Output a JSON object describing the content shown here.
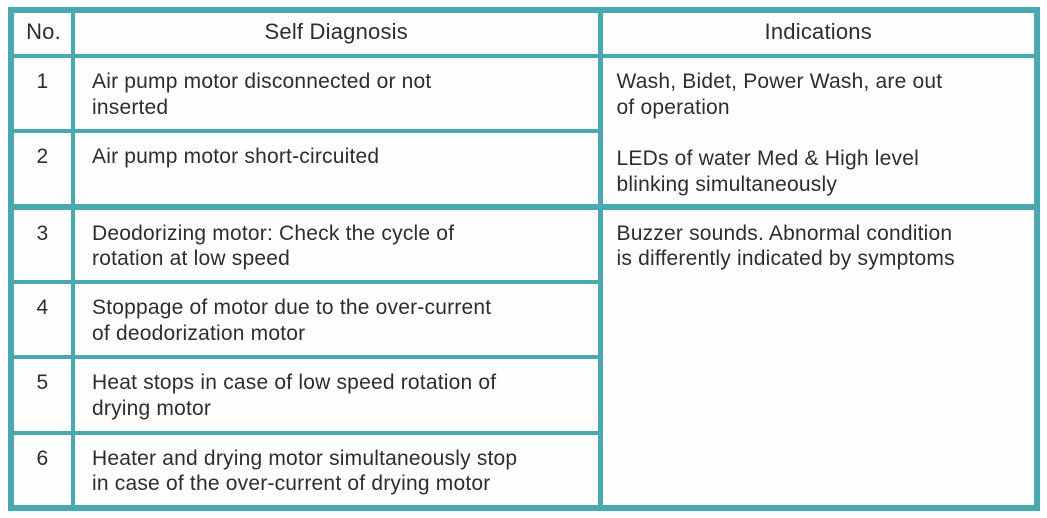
{
  "table": {
    "border_color": "#4aa8b1",
    "text_color": "#2d2d2d",
    "headers": {
      "no": "No.",
      "self_diagnosis": "Self Diagnosis",
      "indications": "Indications"
    },
    "rows": [
      {
        "no": "1",
        "self_diagnosis": "Air pump motor disconnected or not\ninserted"
      },
      {
        "no": "2",
        "self_diagnosis": "Air pump motor short-circuited"
      },
      {
        "no": "3",
        "self_diagnosis": "Deodorizing motor: Check the cycle of\nrotation at low speed"
      },
      {
        "no": "4",
        "self_diagnosis": "Stoppage of motor due to the over-current\nof deodorization motor"
      },
      {
        "no": "5",
        "self_diagnosis": "Heat stops in case of low speed rotation of\ndrying motor"
      },
      {
        "no": "6",
        "self_diagnosis": "Heater and drying motor simultaneously stop\nin case of the over-current of drying motor"
      }
    ],
    "indication_groups": [
      {
        "spans_rows": "1-2",
        "paragraphs": [
          "Wash, Bidet, Power Wash, are out\nof operation",
          "LEDs of water Med & High level\nblinking simultaneously"
        ]
      },
      {
        "spans_rows": "3-6",
        "paragraphs": [
          "Buzzer sounds. Abnormal condition\nis differently indicated by symptoms"
        ]
      }
    ]
  }
}
